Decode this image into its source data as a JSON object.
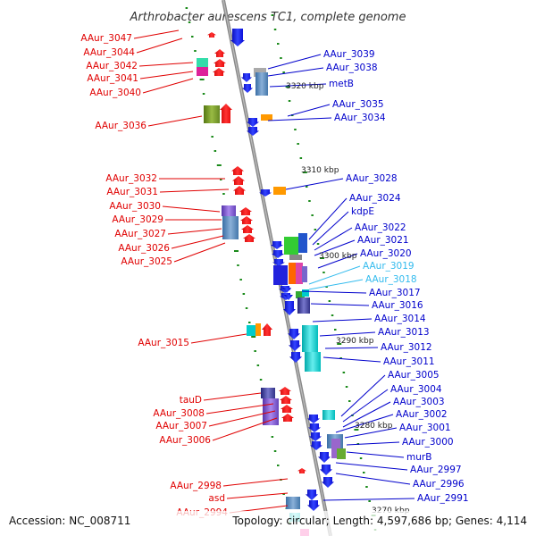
{
  "title": "Arthrobacter aurescens TC1, complete genome",
  "accession": "Accession: NC_008711",
  "topology": "Topology: circular; Length: 4,597,686 bp; Genes: 4,114",
  "colors": {
    "left_label": "#e00000",
    "right_label": "#0000cc",
    "highlight_label": "#33bbee",
    "backbone": "#8a8a8a",
    "tick": "#1a8a1a"
  },
  "kbp_markers": [
    "3320 kbp",
    "3310 kbp",
    "3300 kbp",
    "3290 kbp",
    "3280 kbp",
    "3270 kbp"
  ],
  "left_labels": [
    {
      "text": "AAur_3047"
    },
    {
      "text": "AAur_3044"
    },
    {
      "text": "AAur_3042"
    },
    {
      "text": "AAur_3041"
    },
    {
      "text": "AAur_3040"
    },
    {
      "text": "AAur_3036"
    },
    {
      "text": "AAur_3032"
    },
    {
      "text": "AAur_3031"
    },
    {
      "text": "AAur_3030"
    },
    {
      "text": "AAur_3029"
    },
    {
      "text": "AAur_3027"
    },
    {
      "text": "AAur_3026"
    },
    {
      "text": "AAur_3025"
    },
    {
      "text": "AAur_3015"
    },
    {
      "text": "tauD"
    },
    {
      "text": "AAur_3008"
    },
    {
      "text": "AAur_3007"
    },
    {
      "text": "AAur_3006"
    },
    {
      "text": "AAur_2998"
    },
    {
      "text": "asd"
    },
    {
      "text": "AAur_2994"
    }
  ],
  "right_labels": [
    {
      "text": "AAur_3039",
      "highlight": false
    },
    {
      "text": "AAur_3038",
      "highlight": false
    },
    {
      "text": "metB",
      "highlight": false
    },
    {
      "text": "AAur_3035",
      "highlight": false
    },
    {
      "text": "AAur_3034",
      "highlight": false
    },
    {
      "text": "AAur_3028",
      "highlight": false
    },
    {
      "text": "AAur_3024",
      "highlight": false
    },
    {
      "text": "kdpE",
      "highlight": false
    },
    {
      "text": "AAur_3022",
      "highlight": false
    },
    {
      "text": "AAur_3021",
      "highlight": false
    },
    {
      "text": "AAur_3020",
      "highlight": false
    },
    {
      "text": "AAur_3019",
      "highlight": true
    },
    {
      "text": "AAur_3018",
      "highlight": true
    },
    {
      "text": "AAur_3017",
      "highlight": false
    },
    {
      "text": "AAur_3016",
      "highlight": false
    },
    {
      "text": "AAur_3014",
      "highlight": false
    },
    {
      "text": "AAur_3013",
      "highlight": false
    },
    {
      "text": "AAur_3012",
      "highlight": false
    },
    {
      "text": "AAur_3011",
      "highlight": false
    },
    {
      "text": "AAur_3005",
      "highlight": false
    },
    {
      "text": "AAur_3004",
      "highlight": false
    },
    {
      "text": "AAur_3003",
      "highlight": false
    },
    {
      "text": "AAur_3002",
      "highlight": false
    },
    {
      "text": "AAur_3001",
      "highlight": false
    },
    {
      "text": "AAur_3000",
      "highlight": false
    },
    {
      "text": "murB",
      "highlight": false
    },
    {
      "text": "AAur_2997",
      "highlight": false
    },
    {
      "text": "AAur_2996",
      "highlight": false
    },
    {
      "text": "AAur_2991",
      "highlight": false
    }
  ]
}
